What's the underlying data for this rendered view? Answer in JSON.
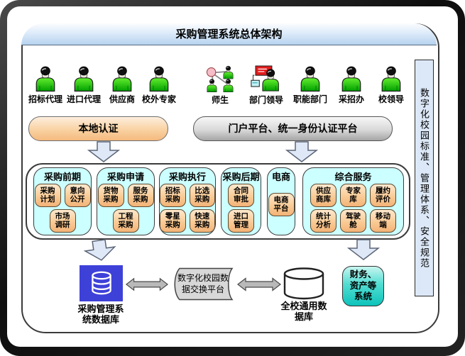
{
  "title": "采购管理系统总体架构",
  "side_banner": "数字化校园标准、管理体系、安全规范",
  "users": {
    "left": [
      "招标代理",
      "进口代理",
      "供应商",
      "校外专家"
    ],
    "right": [
      "师生",
      "部门领导",
      "职能部门",
      "采招办",
      "校领导"
    ]
  },
  "auth": {
    "local": "本地认证",
    "portal": "门户平台、统一身份认证平台"
  },
  "modules": [
    {
      "title": "采购前期",
      "items": [
        "采购\n计划",
        "意向\n公开",
        "市场\n调研"
      ]
    },
    {
      "title": "采购申请",
      "items": [
        "货物\n采购",
        "服务\n采购",
        "工程\n采购"
      ]
    },
    {
      "title": "采购执行",
      "items": [
        "招标\n采购",
        "比选\n采购",
        "零星\n采购",
        "快速\n采购"
      ]
    },
    {
      "title": "采购后期",
      "items": [
        "合同\n审批",
        "进口\n管理"
      ]
    },
    {
      "title": "电商",
      "items": [
        "电商\n平台"
      ]
    },
    {
      "title": "综合服务",
      "items": [
        "供应\n商库",
        "专家\n库",
        "履约\n评价",
        "统计\n分析",
        "驾驶\n舱",
        "移动\n端"
      ]
    }
  ],
  "bottom": {
    "system_db_label": "采购管理系\n统数据库",
    "exchange_label": "数字化校园数\n据交换平台",
    "campus_db_label": "全校通用数\n据库",
    "finance_label": "财务、\n资产等\n系统"
  },
  "icons": {
    "user": "person-icon",
    "students": "network-users-icon",
    "dept_leader": "presentation-user-icon",
    "database": "database-cylinder-icon"
  },
  "colors": {
    "title_bar": "#b7d3ef",
    "local_auth_orange": "#f5b97e",
    "portal_gray": "#a5a5a5",
    "module_group_cyan": "#ccffff",
    "module_box_peach": "#f3b377",
    "arrow_blue": "#dfe8f6",
    "system_db_blue": "#3e41d8",
    "finance_teal": "#0cc3ba",
    "banner_blue": "#dce8f7"
  }
}
